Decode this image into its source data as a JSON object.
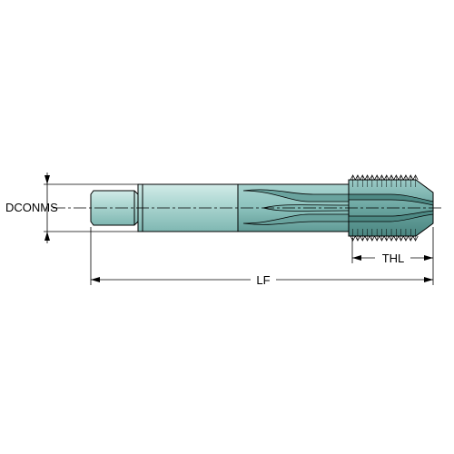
{
  "labels": {
    "dcon": "DCONMS",
    "lf": "LF",
    "thl": "THL"
  },
  "colors": {
    "shank_fill": "#a9d4cf",
    "body_fill": "#8ec4c0",
    "thread_fill": "#6fa9a5",
    "outline": "#000000",
    "background": "#ffffff"
  }
}
